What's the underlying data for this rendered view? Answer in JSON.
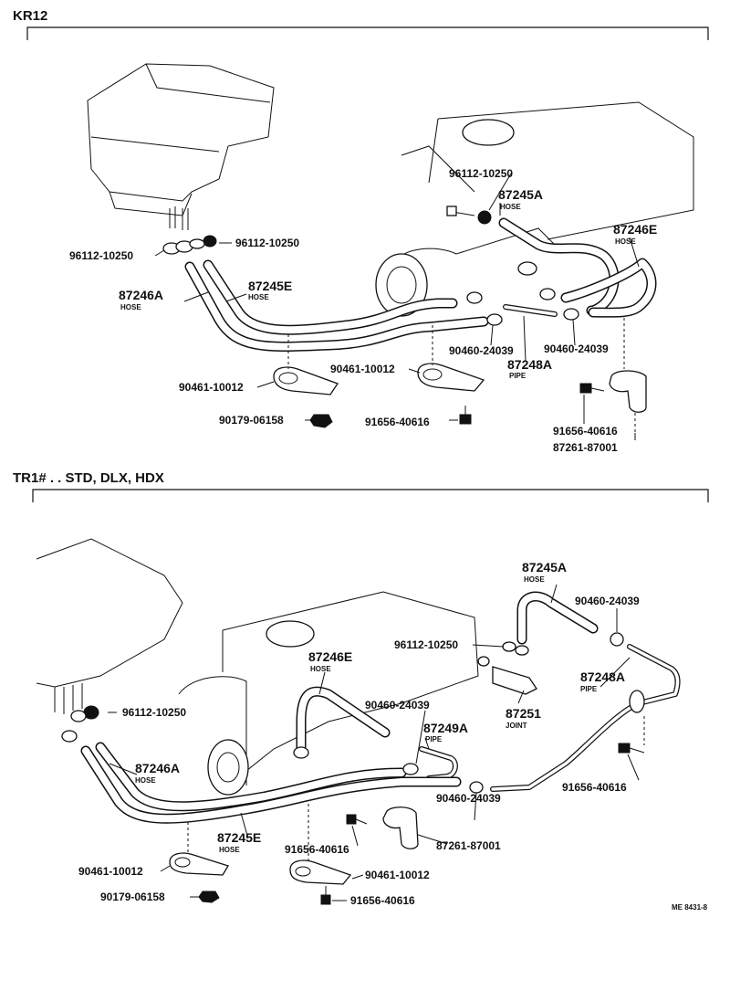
{
  "sections": {
    "top": {
      "title": "KR12"
    },
    "bottom": {
      "title": "TR1# . . STD, DLX, HDX"
    }
  },
  "top_labels": {
    "c1": "96112-10250",
    "h1": "87245A",
    "h1_sub": "HOSE",
    "h2": "87246E",
    "h2_sub": "HOSE",
    "c2": "96112-10250",
    "c3": "96112-10250",
    "h3": "87246A",
    "h3_sub": "HOSE",
    "h4": "87245E",
    "h4_sub": "HOSE",
    "cl1": "90460-24039",
    "cl2": "90460-24039",
    "p1": "87248A",
    "p1_sub": "PIPE",
    "b1": "90461-10012",
    "b2": "90461-10012",
    "n1": "90179-06158",
    "s1": "91656-40616",
    "s2": "91656-40616",
    "br1": "87261-87001"
  },
  "bottom_labels": {
    "h1": "87245A",
    "h1_sub": "HOSE",
    "cl1": "90460-24039",
    "c1": "96112-10250",
    "h2": "87246E",
    "h2_sub": "HOSE",
    "p1": "87248A",
    "p1_sub": "PIPE",
    "cl2": "90460-24039",
    "j1": "87251",
    "j1_sub": "JOINT",
    "c2": "96112-10250",
    "p2": "87249A",
    "p2_sub": "PIPE",
    "h3": "87246A",
    "h3_sub": "HOSE",
    "s1": "91656-40616",
    "cl3": "90460-24039",
    "br1": "87261-87001",
    "h4": "87245E",
    "h4_sub": "HOSE",
    "s2": "91656-40616",
    "b1": "90461-10012",
    "b2": "90461-10012",
    "n1": "90179-06158",
    "s3": "91656-40616"
  },
  "footer": {
    "ref": "ME 8431-8"
  }
}
